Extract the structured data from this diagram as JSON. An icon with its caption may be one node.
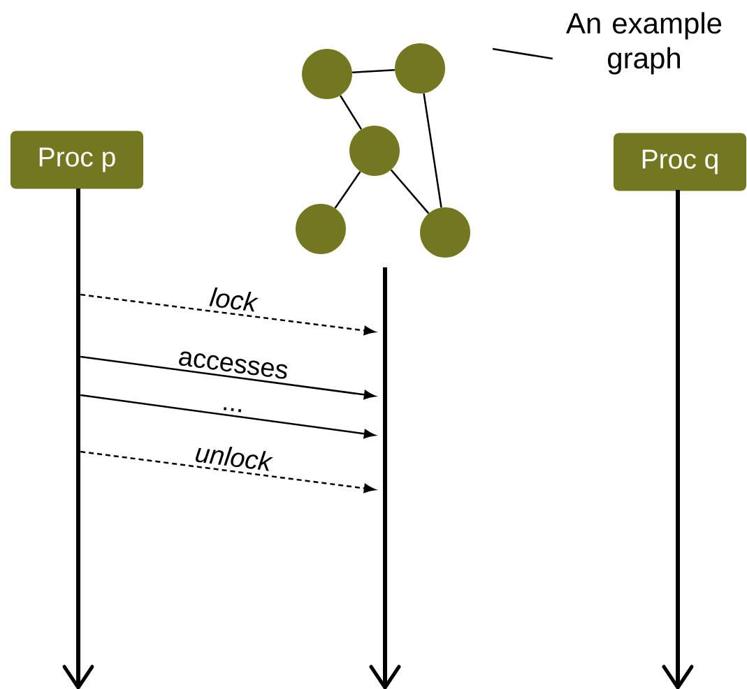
{
  "diagram": {
    "nodes": [
      {
        "text": [
          "An example graph"
        ]
      },
      {
        "text": [],
        "shape": "circle"
      },
      {
        "text": [],
        "shape": "circle"
      },
      {
        "text": [],
        "shape": "circle"
      },
      {
        "text": [],
        "shape": "circle"
      },
      {
        "text": [],
        "shape": "circle"
      },
      {
        "text": [
          "Proc p"
        ]
      },
      {
        "text": [
          "Proc q"
        ]
      },
      {
        "text": [],
        "shape": "bar"
      },
      {
        "text": [],
        "shape": "bar"
      },
      {
        "text": [],
        "shape": "bar"
      }
    ],
    "edges": [
      {
        "from": 0,
        "to": null,
        "arrow": "none"
      },
      {
        "from": 1,
        "to": 2,
        "arrow": "none"
      },
      {
        "from": 1,
        "to": 3,
        "arrow": "none"
      },
      {
        "from": 2,
        "to": 5,
        "arrow": "none"
      },
      {
        "from": 3,
        "to": 4,
        "arrow": "none"
      },
      {
        "from": 3,
        "to": 5,
        "arrow": "none"
      },
      {
        "from": 8,
        "to": 9,
        "arrow": "to",
        "label": "lock",
        "style": "dashed"
      },
      {
        "from": 8,
        "to": 9,
        "arrow": "to",
        "label": "accesses"
      },
      {
        "from": 8,
        "to": 9,
        "arrow": "to",
        "label": "..."
      },
      {
        "from": 8,
        "to": 9,
        "arrow": "to",
        "label": "unlock",
        "style": "dashed"
      }
    ]
  }
}
